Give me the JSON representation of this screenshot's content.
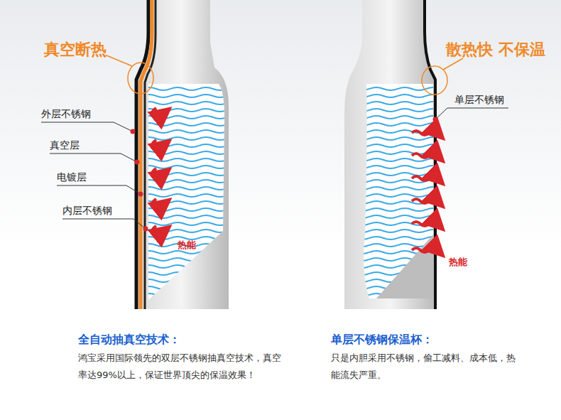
{
  "diagram": {
    "labels": [
      "真空断热",
      "散热快 不保温",
      "外层不锈钢",
      "真空层",
      "电镀层",
      "内层不锈钢",
      "热能",
      "单层不锈钢",
      "热能",
      "全自动抽真空技术：",
      "鸿宝采用国际领先的双层不锈钢抽真空技术，真空率达99%以上，保证世界顶尖的保温效果！",
      "单层不锈钢保温杯：",
      "只是内胆采用不锈钢，偷工减料、成本低，热能流失严重。"
    ]
  }
}
